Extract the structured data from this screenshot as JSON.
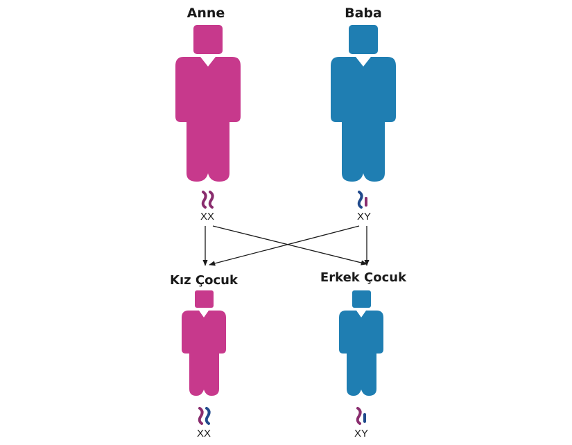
{
  "colors": {
    "female": "#c7398c",
    "male": "#1f7eb2",
    "chromosome_female": "#8a2d6e",
    "chromosome_male": "#214a8c",
    "arrow": "#1a1a1a"
  },
  "parents": {
    "mother": {
      "label": "Anne",
      "genotype": "XX"
    },
    "father": {
      "label": "Baba",
      "genotype": "XY"
    }
  },
  "children": {
    "girl": {
      "label": "Kız Çocuk",
      "genotype": "XX"
    },
    "boy": {
      "label": "Erkek Çocuk",
      "genotype": "XY"
    }
  }
}
